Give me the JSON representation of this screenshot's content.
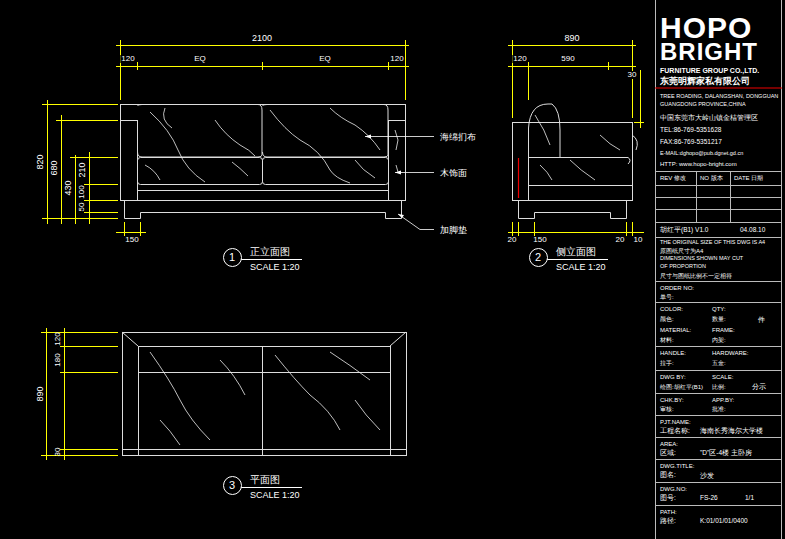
{
  "diagram": {
    "nodes": [
      {
        "text": [
          "1"
        ]
      },
      {
        "text": [
          "2"
        ]
      },
      {
        "text": [
          "3"
        ]
      }
    ],
    "labels": [
      "2100",
      "120",
      "EQ",
      "EQ",
      "120",
      "820",
      "680",
      "430",
      "210",
      "100",
      "50",
      "150",
      "海绵扪布",
      "木饰面",
      "加脚垫",
      "正立面图",
      "SCALE 1:20",
      "890",
      "120",
      "590",
      "30",
      "20",
      "150",
      "20",
      "10",
      "侧立面图",
      "SCALE 1:20",
      "890",
      "180",
      "120",
      "30",
      "平面图",
      "SCALE 1:20",
      "HOPO",
      "BRIGHT",
      "FURNITURE GROUP CO.,LTD.",
      "东莞明辉家私有限公司",
      "TREE ROADING, DALANGSHAN, DONGGUAN",
      "GUANGDONG PROVINCE,CHINA",
      "中国东莞市大岭山镇金桔管理区",
      "TEL:86-769-5351628",
      "FAX:86-769-5351217",
      "E-MAIL:dghopo@pub.dgnet.gd.cn",
      "HTTP: www.hopo-bright.com",
      "REV 修改",
      "NO 版本",
      "DATE 日期",
      "胡红平(B1) V1.0",
      "04.08.10",
      "THE ORIGINAL SIZE OF THIS DWG IS A4",
      "原图纸尺寸为A4",
      "DIMENSIONS SHOWN MAY CUT",
      "OF PROPORTION",
      "尺寸与图纸比例不一定相符",
      "ORDER NO:",
      "单号:",
      "COLOR:",
      "QTY:",
      "颜色:",
      "数量:",
      "件",
      "MATERIAL:",
      "FRAME:",
      "材料:",
      "内架:",
      "HANDLE:",
      "HARDWARE:",
      "拉手:",
      "五金:",
      "DWG BY:",
      "SCALE:",
      "绘图:胡红平(B1)",
      "比例:",
      "分示",
      "CHK.BY:",
      "APP.BY:",
      "审核:",
      "批准:",
      "PJT.NAME:",
      "工程名称:",
      "海南长秀海尔大学楼",
      "AREA:",
      "区域:",
      "\"D\"区-4楼 主卧房",
      "DWG.TITLE:",
      "图名:",
      "沙发",
      "DWG.NO:",
      "图号:",
      "FS-26",
      "1/1",
      "PATH:",
      "路径:",
      "K:01/01/01/0400"
    ]
  }
}
